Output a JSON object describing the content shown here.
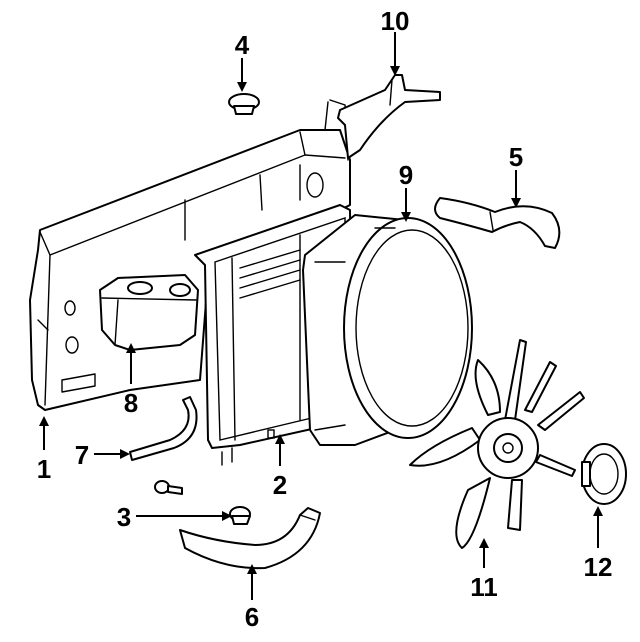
{
  "diagram": {
    "callouts": [
      {
        "number": "1"
      },
      {
        "number": "2"
      },
      {
        "number": "3"
      },
      {
        "number": "4"
      },
      {
        "number": "5"
      },
      {
        "number": "6"
      },
      {
        "number": "7"
      },
      {
        "number": "8"
      },
      {
        "number": "9"
      },
      {
        "number": "10"
      },
      {
        "number": "11"
      },
      {
        "number": "12"
      }
    ]
  }
}
